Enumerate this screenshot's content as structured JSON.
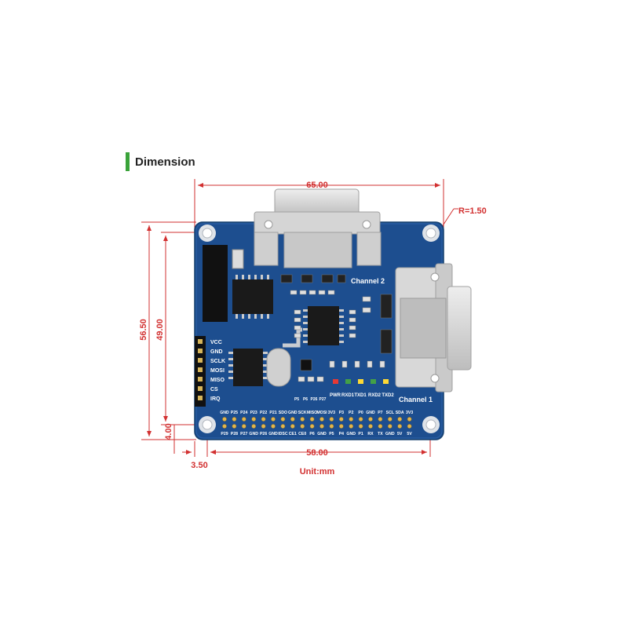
{
  "header": {
    "title": "Dimension"
  },
  "dimensions": {
    "width_top": "65.00",
    "radius": "R=1.50",
    "height_outer": "56.50",
    "height_inner": "49.00",
    "offset_bottom": "4.00",
    "offset_left": "3.50",
    "hole_spacing": "58.00",
    "unit": "Unit:mm"
  },
  "board": {
    "channel2": "Channel 2",
    "channel1": "Channel 1",
    "side_pins": [
      "VCC",
      "GND",
      "SCLK",
      "MOSI",
      "MISO",
      "CS",
      "IRQ"
    ],
    "gpio_top": [
      "GND",
      "P25",
      "P24",
      "P23",
      "P22",
      "P21",
      "SDO",
      "GND",
      "SCK",
      "MISO",
      "MOSI",
      "3V3",
      "P3",
      "P2",
      "P0",
      "GND",
      "P7",
      "SCL",
      "SDA",
      "3V3"
    ],
    "gpio_bottom": [
      "P29",
      "P28",
      "P27",
      "GND",
      "P26",
      "GND",
      "IDSC",
      "CE1",
      "CE0",
      "P6",
      "GND",
      "P5",
      "P4",
      "GND",
      "P1",
      "RX",
      "TX",
      "GND",
      "5V",
      "5V"
    ],
    "led_labels": [
      "PWR",
      "RXD1",
      "TXD1",
      "RXD2",
      "TXD2"
    ],
    "jumper_labels": [
      "P5",
      "P6",
      "P26",
      "P27"
    ]
  },
  "colors": {
    "board": "#1d4e8f",
    "dimension": "#d23030",
    "accent": "#3aa33a"
  }
}
